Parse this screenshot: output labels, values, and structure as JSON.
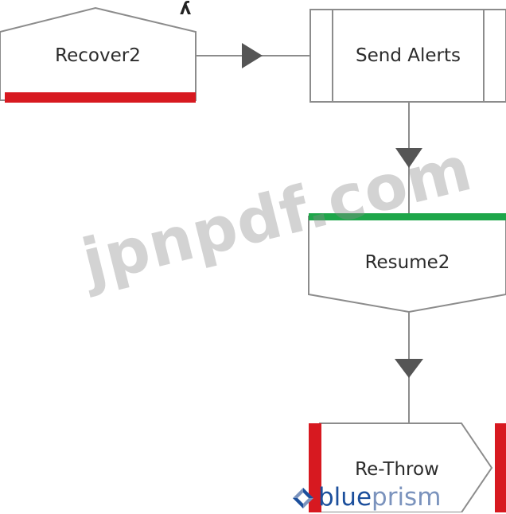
{
  "diagram": {
    "nodes": [
      {
        "id": "recover2",
        "type": "recover",
        "label": "Recover2"
      },
      {
        "id": "send-alerts",
        "type": "process",
        "label": "Send Alerts"
      },
      {
        "id": "resume2",
        "type": "resume",
        "label": "Resume2"
      },
      {
        "id": "re-throw",
        "type": "exception",
        "label": "Re-Throw"
      }
    ],
    "edges": [
      {
        "from": "recover2",
        "to": "send-alerts"
      },
      {
        "from": "send-alerts",
        "to": "resume2"
      },
      {
        "from": "resume2",
        "to": "re-throw"
      }
    ]
  },
  "colors": {
    "recover_bar": "#d71920",
    "resume_bar": "#1ea64a",
    "exception_bar": "#d71920",
    "stroke": "#8c8c8c",
    "arrow": "#555555"
  },
  "watermark": "jpnpdf.com",
  "logo": {
    "brand_a": "blue",
    "brand_b": "prism"
  }
}
